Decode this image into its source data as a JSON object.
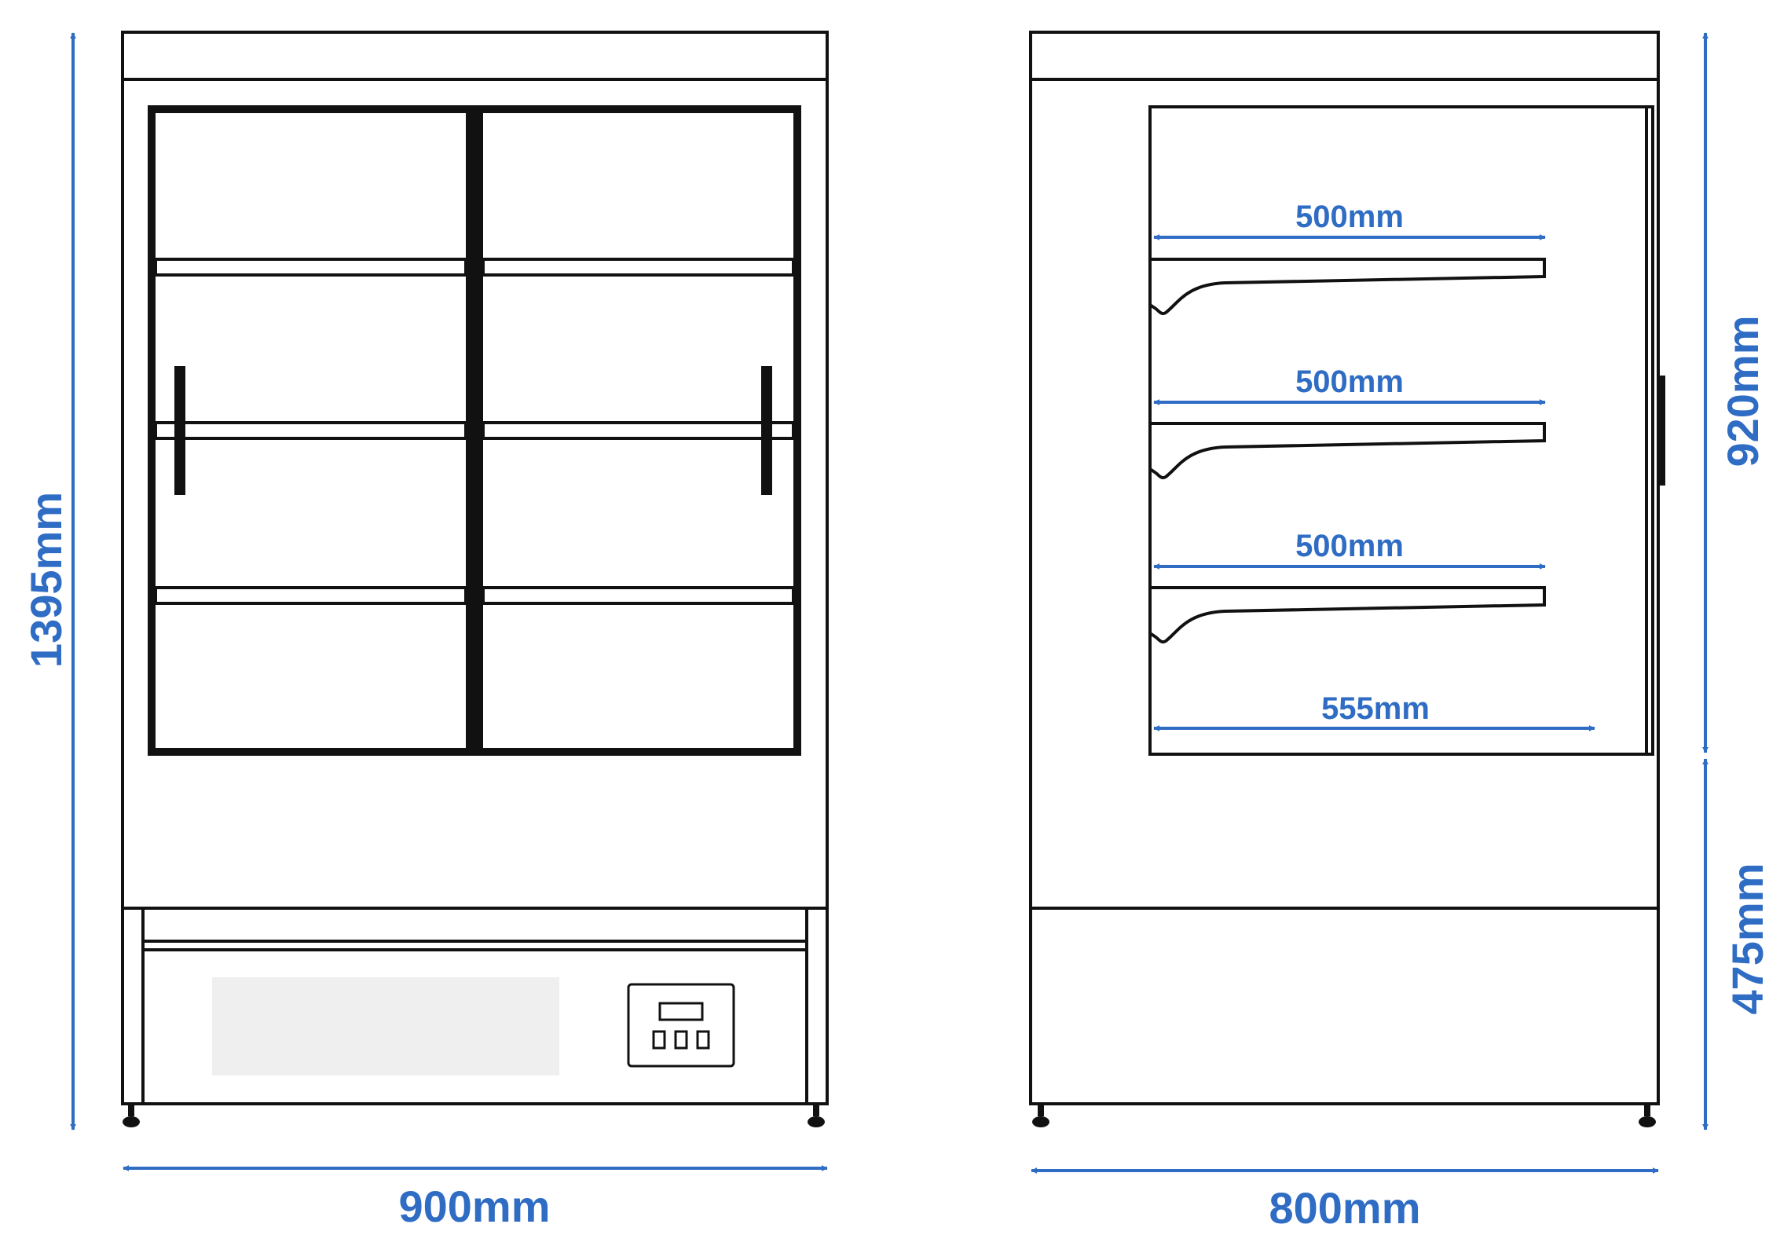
{
  "colors": {
    "dimension": "#2f6cc4",
    "outline": "#111111",
    "panel_grey": "#cccccc",
    "label_panel": "#efefef"
  },
  "front_view": {
    "height_label": "1395mm",
    "width_label": "900mm"
  },
  "side_view": {
    "shelf_depth_labels": [
      "500mm",
      "500mm",
      "500mm"
    ],
    "base_depth_label": "555mm",
    "depth_label": "800mm",
    "upper_height_label": "920mm",
    "lower_height_label": "475mm"
  },
  "icons": [
    "arrow-icon",
    "controller-panel-icon"
  ]
}
